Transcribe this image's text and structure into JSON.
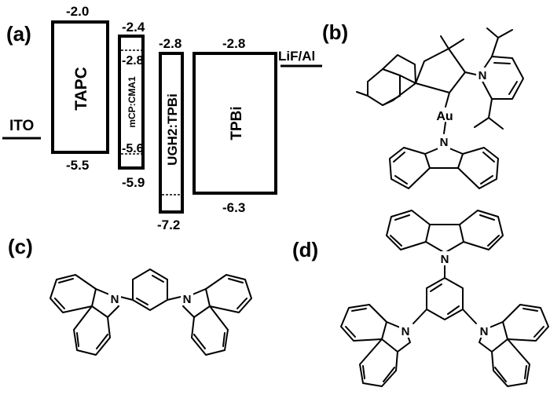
{
  "panel_labels": {
    "a": "(a)",
    "b": "(b)",
    "c": "(c)",
    "d": "(d)"
  },
  "energy_diagram": {
    "electrodes": {
      "anode": "ITO",
      "cathode": "LiF/Al"
    },
    "layers": [
      {
        "name": "TAPC",
        "lumo": "-2.0",
        "homo": "-5.5"
      },
      {
        "name": "mCP:CMA1",
        "lumo": "-2.4",
        "homo": "-5.9",
        "dopant_lumo": "-2.8",
        "dopant_homo": "-5.6"
      },
      {
        "name": "UGH2:TPBi",
        "lumo": "-2.8",
        "homo": "-7.2"
      },
      {
        "name": "TPBi",
        "lumo": "-2.8",
        "homo": "-6.3"
      }
    ]
  },
  "atoms": {
    "n": "N",
    "au": "Au"
  }
}
